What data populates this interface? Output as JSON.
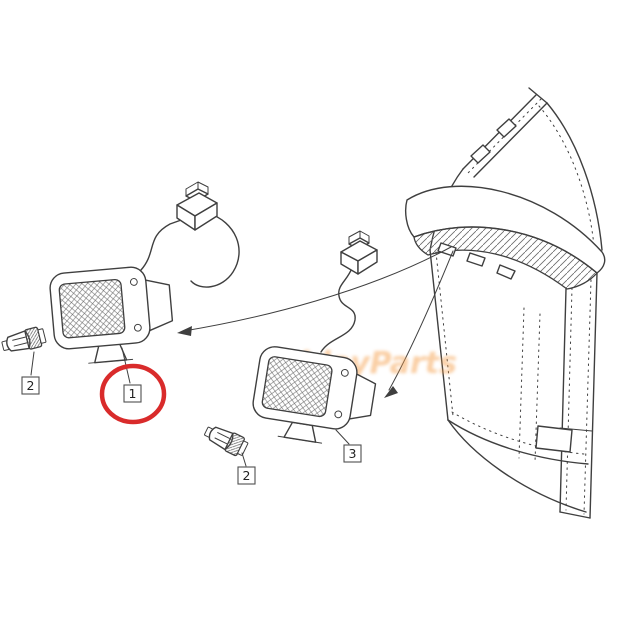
{
  "diagram": {
    "callouts": {
      "lamp_left": "1",
      "bulb_left": "2",
      "bulb_right": "2",
      "lamp_right": "3"
    },
    "watermark": "FridayParts",
    "colors": {
      "line": "#3f3f3f",
      "highlight_red": "#d92b2b",
      "watermark_orange": "#f59f4b",
      "background": "#ffffff"
    }
  }
}
